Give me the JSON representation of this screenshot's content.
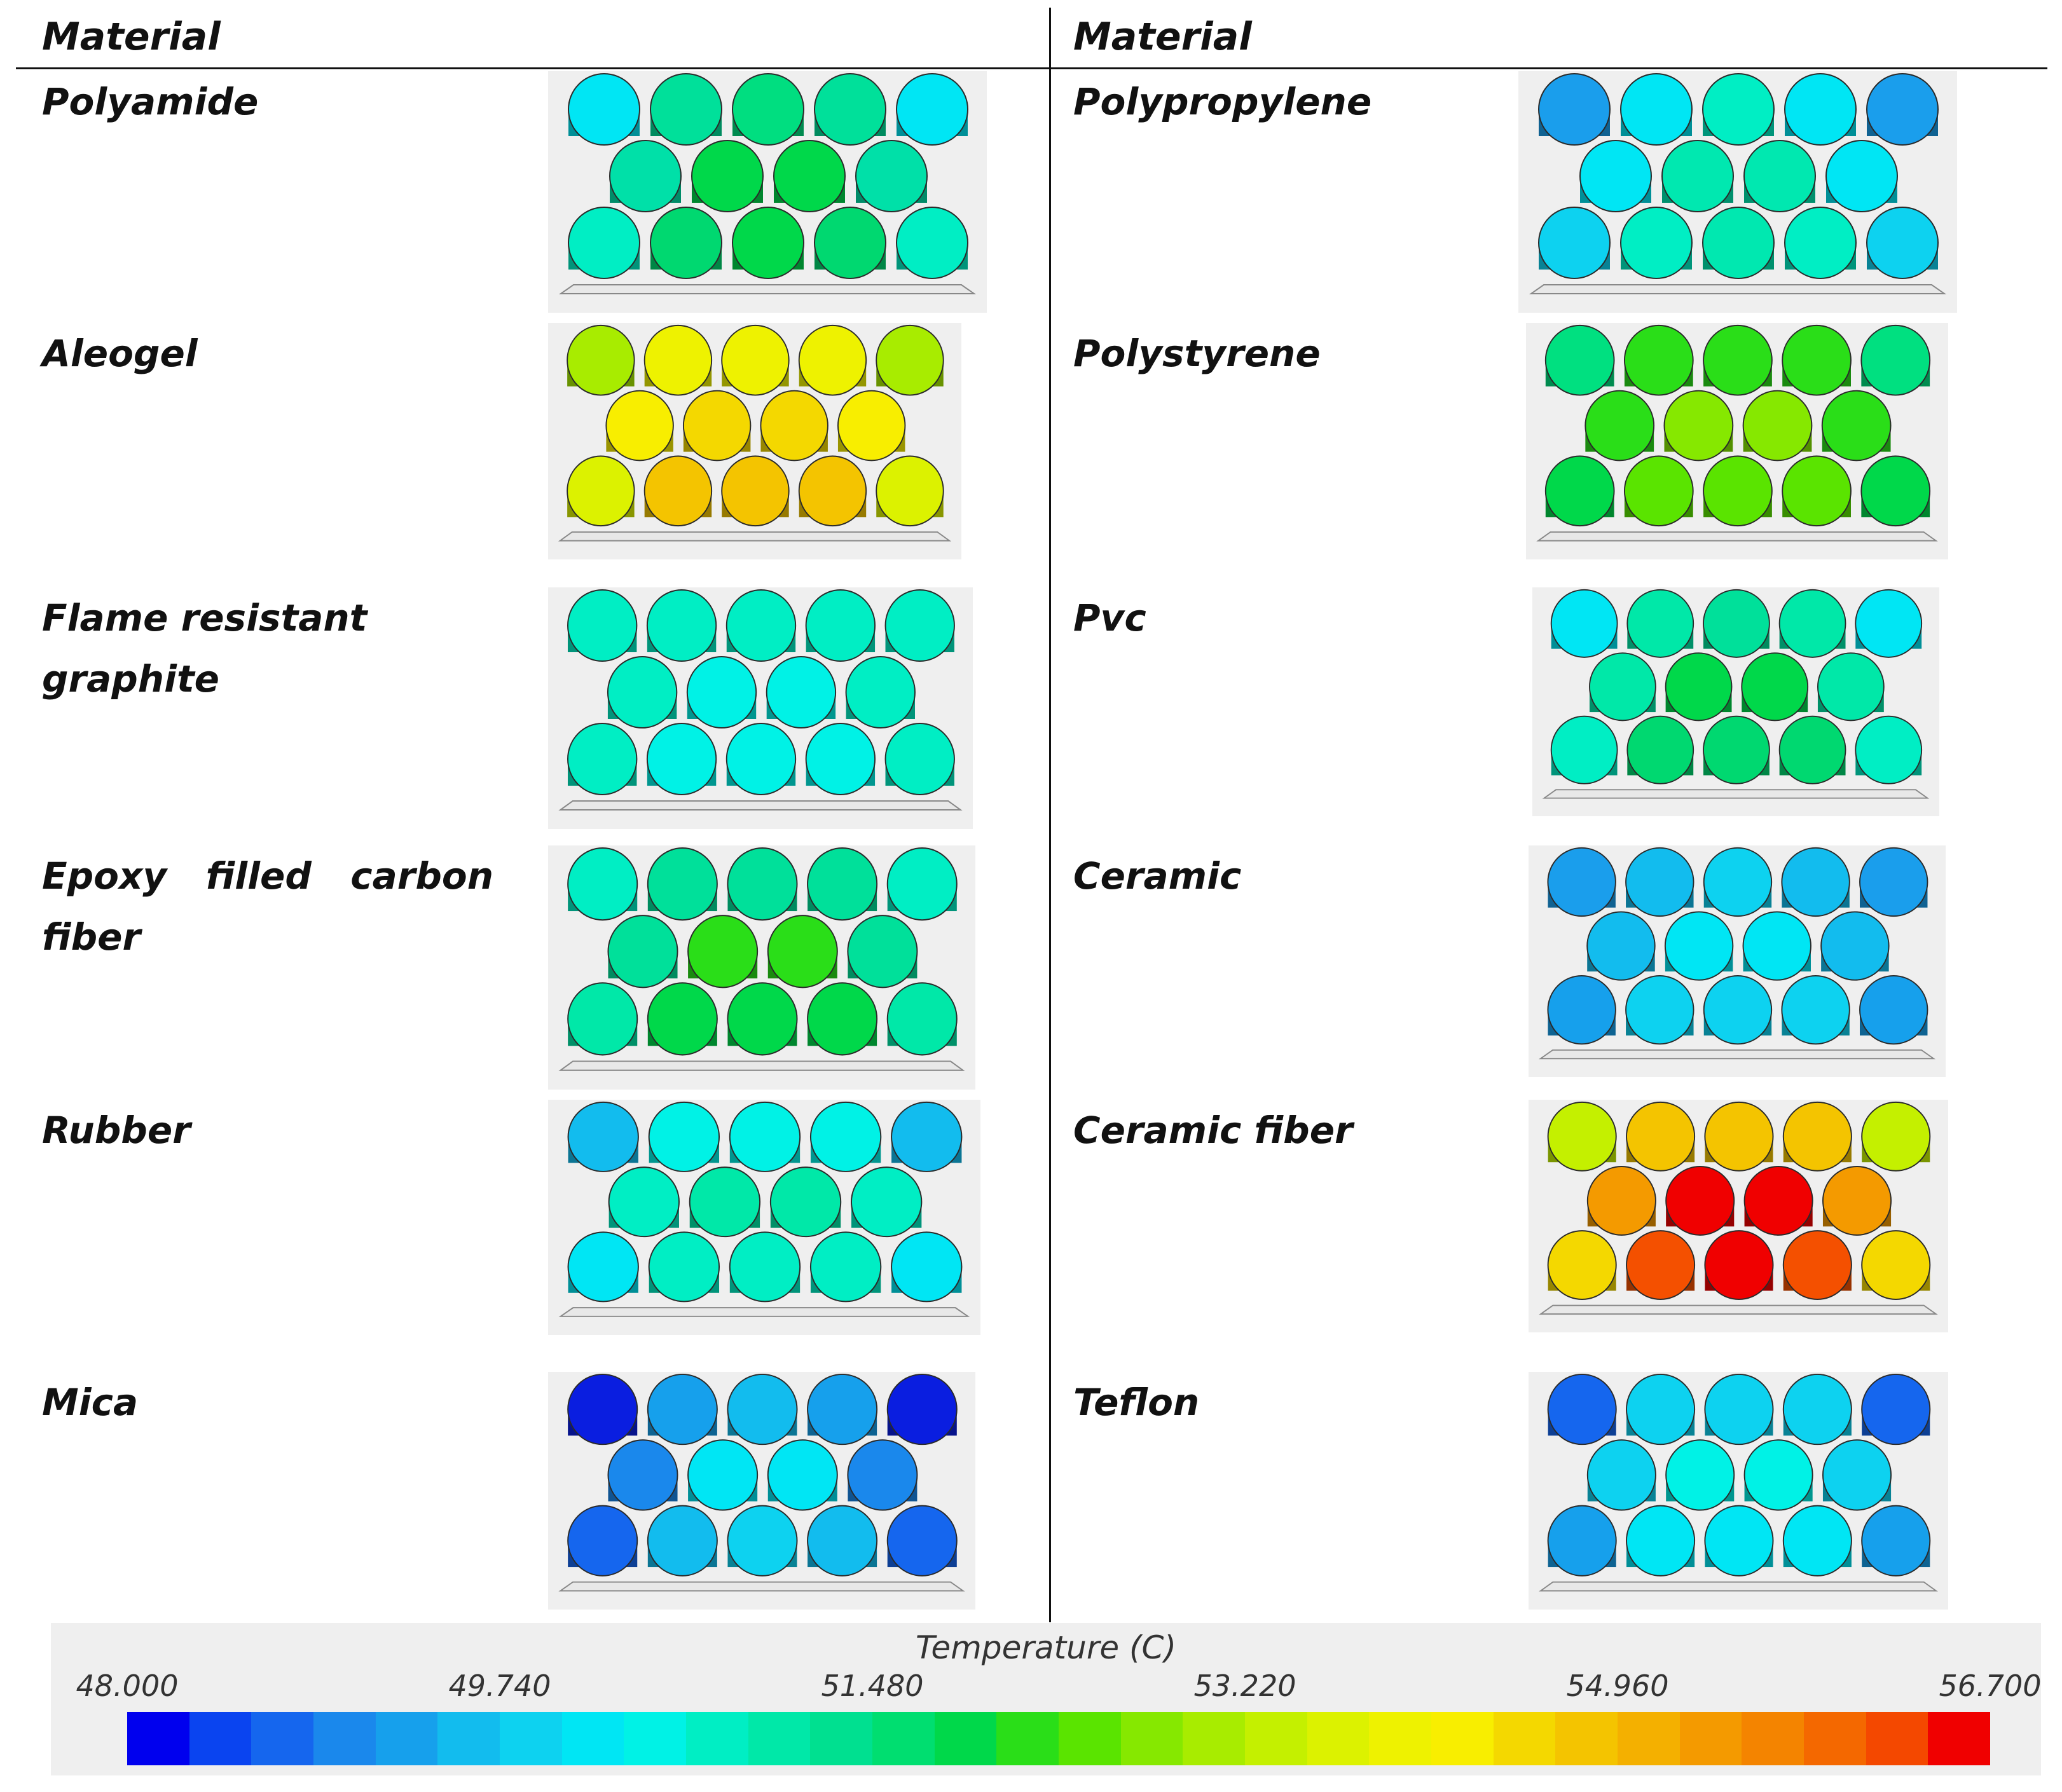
{
  "headers": {
    "left": "Material",
    "right": "Material"
  },
  "legend": {
    "title": "Temperature (C)",
    "ticks": [
      "48.000",
      "49.740",
      "51.480",
      "53.220",
      "54.960",
      "56.700"
    ],
    "min": 48.0,
    "max": 56.7,
    "colors": [
      "#0000ee",
      "#0a44f0",
      "#1566ee",
      "#1a88ec",
      "#16a0ec",
      "#12bcee",
      "#0dd2f0",
      "#00e6f4",
      "#00f2e6",
      "#00eec4",
      "#00e8a8",
      "#00e090",
      "#00de70",
      "#00d84a",
      "#2ade18",
      "#5ae400",
      "#86e800",
      "#a8ec00",
      "#c4f000",
      "#dcf200",
      "#eef200",
      "#f8ee00",
      "#f4d800",
      "#f4c400",
      "#f4b000",
      "#f49a00",
      "#f48400",
      "#f46800",
      "#f44800",
      "#f00000"
    ]
  },
  "materials": [
    {
      "name": "Polyamide",
      "colors": [
        "#00e6f4",
        "#00e09a",
        "#00de80",
        "#00e09a",
        "#00e6f4",
        "#00e0a8",
        "#00d84a",
        "#00d84a",
        "#00e0a8",
        "#00eec4",
        "#00d870",
        "#00d84a",
        "#00d870",
        "#00eec4"
      ]
    },
    {
      "name": "Polypropylene",
      "colors": [
        "#1a9eec",
        "#00e6f4",
        "#00eec4",
        "#00e6f4",
        "#1a9eec",
        "#00e6f4",
        "#00e8b0",
        "#00e8b0",
        "#00e6f4",
        "#0dd2f0",
        "#00eec4",
        "#00e8b0",
        "#00eec4",
        "#0dd2f0"
      ]
    },
    {
      "name": "Aleogel",
      "colors": [
        "#a8ec00",
        "#eef200",
        "#eef200",
        "#eef200",
        "#a8ec00",
        "#f8ee00",
        "#f4d800",
        "#f4d800",
        "#f8ee00",
        "#dcf200",
        "#f4c400",
        "#f4c400",
        "#f4c400",
        "#dcf200"
      ]
    },
    {
      "name": "Polystyrene",
      "colors": [
        "#00e080",
        "#2ade18",
        "#2ade18",
        "#2ade18",
        "#00e080",
        "#2ade18",
        "#86e800",
        "#86e800",
        "#2ade18",
        "#00d84a",
        "#5ae400",
        "#5ae400",
        "#5ae400",
        "#00d84a"
      ]
    },
    {
      "name": "Flame resistant graphite",
      "colors": [
        "#00eec4",
        "#00eec4",
        "#00eec4",
        "#00eec4",
        "#00eec4",
        "#00eec4",
        "#00f2e6",
        "#00f2e6",
        "#00eec4",
        "#00eec4",
        "#00f2e6",
        "#00f2e6",
        "#00f2e6",
        "#00eec4"
      ]
    },
    {
      "name": "Pvc",
      "colors": [
        "#00e6f4",
        "#00e8a8",
        "#00e09a",
        "#00e8a8",
        "#00e6f4",
        "#00e8a8",
        "#00d84a",
        "#00d84a",
        "#00e8a8",
        "#00eec4",
        "#00d870",
        "#00d870",
        "#00d870",
        "#00eec4"
      ]
    },
    {
      "name": "Epoxy filled carbon fiber",
      "colors": [
        "#00eec4",
        "#00e09a",
        "#00e09a",
        "#00e09a",
        "#00eec4",
        "#00e09a",
        "#2ade18",
        "#2ade18",
        "#00e09a",
        "#00e8a8",
        "#00d84a",
        "#00d84a",
        "#00d84a",
        "#00e8a8"
      ]
    },
    {
      "name": "Ceramic",
      "colors": [
        "#1a9eec",
        "#12bcee",
        "#0dd2f0",
        "#12bcee",
        "#1a9eec",
        "#12bcee",
        "#00e6f4",
        "#00e6f4",
        "#12bcee",
        "#16a0ec",
        "#0dd2f0",
        "#0dd2f0",
        "#0dd2f0",
        "#16a0ec"
      ]
    },
    {
      "name": "Rubber",
      "colors": [
        "#12bcee",
        "#00f2e6",
        "#00f2e6",
        "#00f2e6",
        "#12bcee",
        "#00eec4",
        "#00e8a8",
        "#00e8a8",
        "#00eec4",
        "#00e6f4",
        "#00eec4",
        "#00eec4",
        "#00eec4",
        "#00e6f4"
      ]
    },
    {
      "name": "Ceramic fiber",
      "colors": [
        "#c4f000",
        "#f4c400",
        "#f4c400",
        "#f4c400",
        "#c4f000",
        "#f49a00",
        "#f00000",
        "#f00000",
        "#f49a00",
        "#f4d800",
        "#f45000",
        "#f00000",
        "#f45000",
        "#f4d800"
      ]
    },
    {
      "name": "Mica",
      "colors": [
        "#0a1ee0",
        "#16a0ec",
        "#12bcee",
        "#16a0ec",
        "#0a1ee0",
        "#1a88ec",
        "#00e6f4",
        "#00e6f4",
        "#1a88ec",
        "#1566ee",
        "#12bcee",
        "#0dd2f0",
        "#12bcee",
        "#1566ee"
      ]
    },
    {
      "name": "Teflon",
      "colors": [
        "#1566ee",
        "#0dd2f0",
        "#0dd2f0",
        "#0dd2f0",
        "#1566ee",
        "#0dd2f0",
        "#00f2e6",
        "#00f2e6",
        "#0dd2f0",
        "#16a0ec",
        "#00e6f4",
        "#00e6f4",
        "#00e6f4",
        "#16a0ec"
      ]
    }
  ]
}
